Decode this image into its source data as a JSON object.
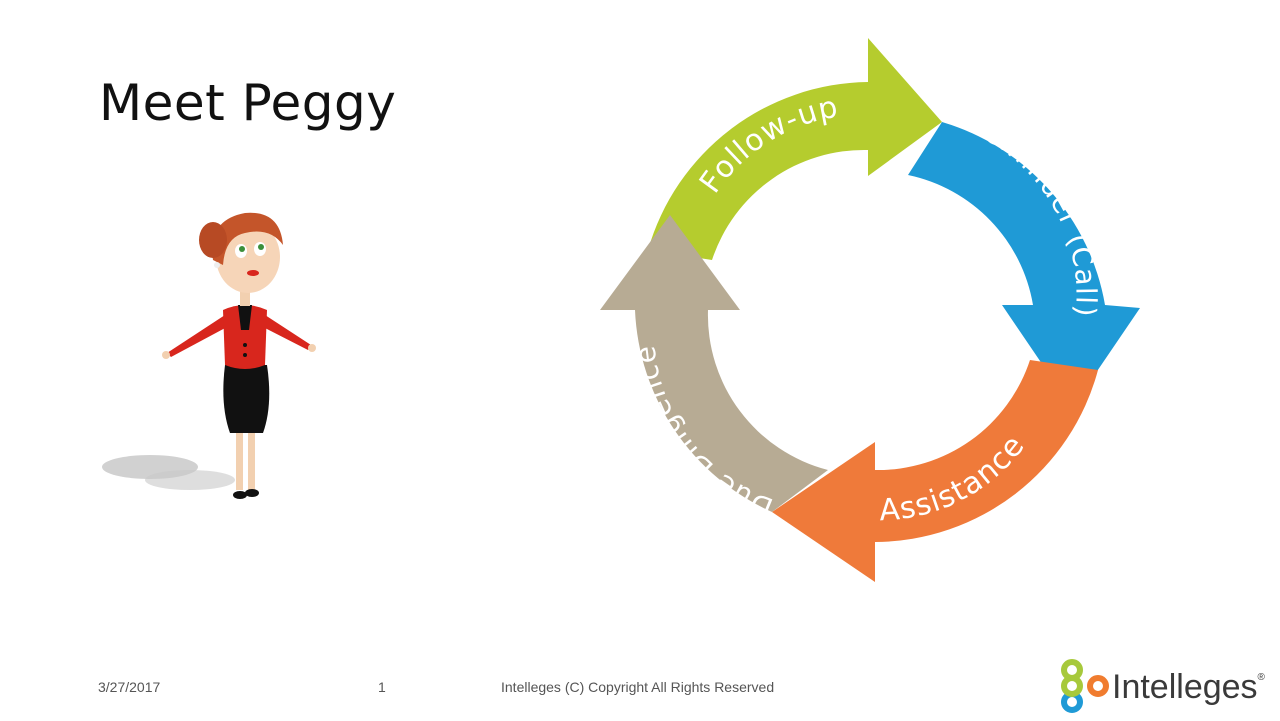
{
  "slide": {
    "title": "Meet Peggy"
  },
  "cycle": {
    "steps": [
      {
        "label": "Follow-up",
        "color": "#b5cc2e"
      },
      {
        "label": "Reminder (Call)",
        "color": "#1f9ad6"
      },
      {
        "label": "Assistance",
        "color": "#ef7a3a"
      },
      {
        "label": "Due Diligence",
        "color": "#b7ab94"
      }
    ]
  },
  "footer": {
    "date": "3/27/2017",
    "page": "1",
    "copyright": "Intelleges (C) Copyright All Rights Reserved"
  },
  "logo": {
    "text": "Intelleges",
    "mark": "®",
    "ring_colors": [
      "#a7c93b",
      "#f07c2f",
      "#1f9ad6"
    ]
  }
}
